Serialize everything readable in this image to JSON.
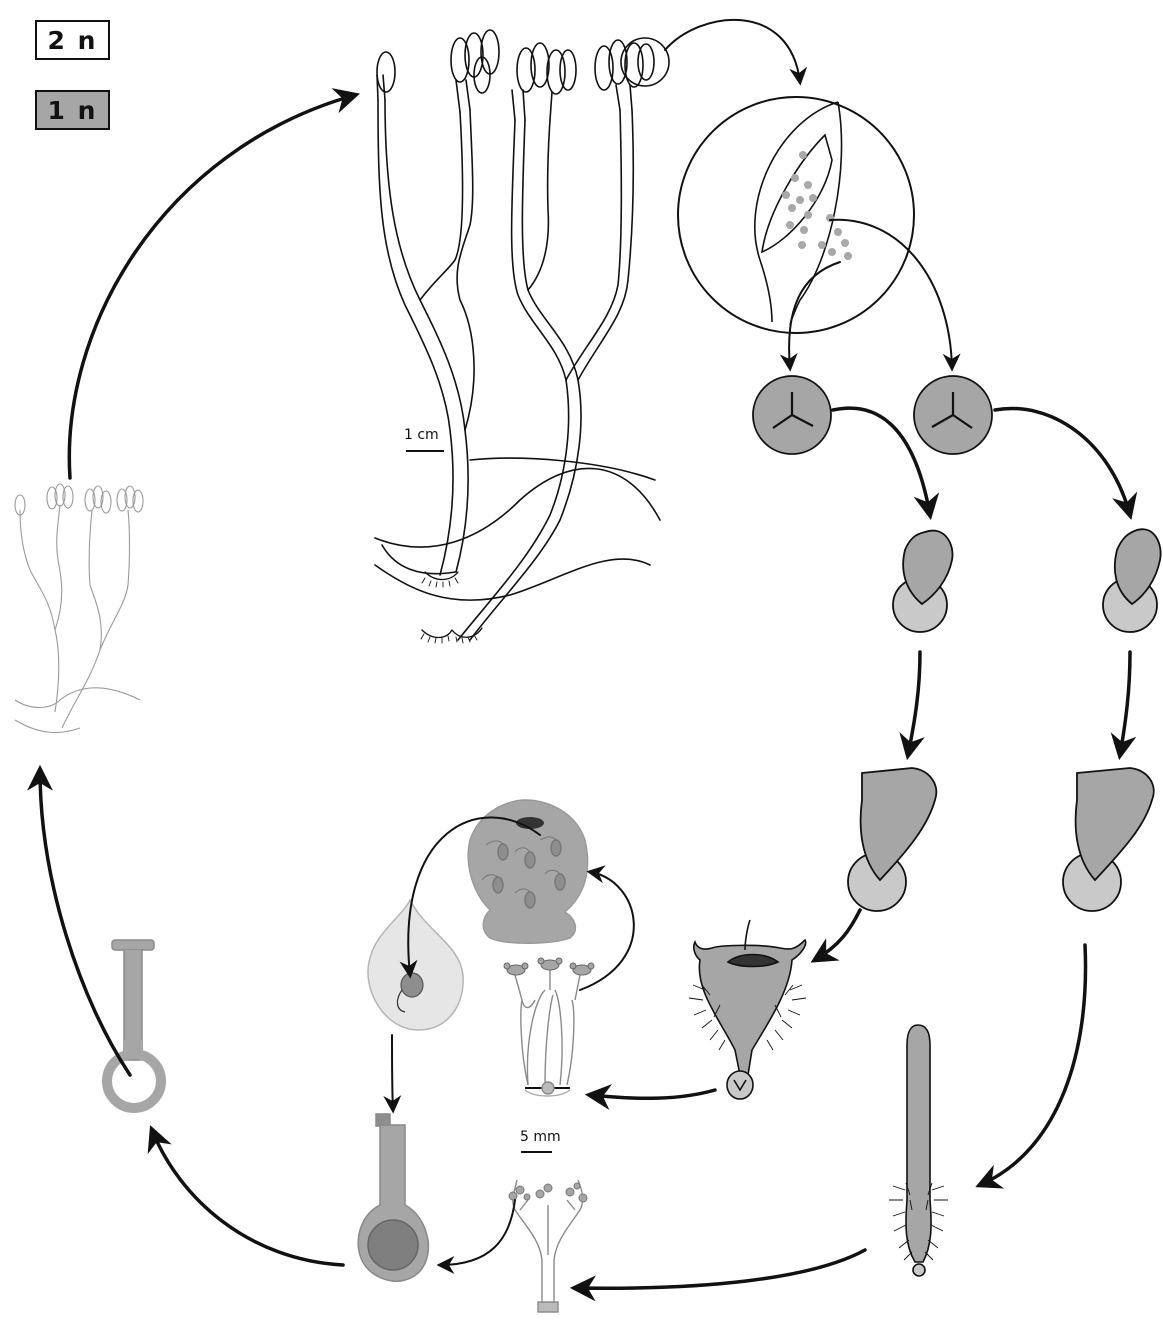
{
  "legend": {
    "diploid_label": "2 n",
    "haploid_label": "1 n",
    "diploid_color": "#ffffff",
    "haploid_color": "#a6a6a6"
  },
  "scale_bars": {
    "large": "1 cm",
    "small": "5 mm"
  },
  "colors": {
    "line": "#111111",
    "haploid_fill": "#a6a6a6",
    "light_fill": "#c9c9c9",
    "spore_dot": "#a8a8a8",
    "faded_line": "#9a9a9a"
  }
}
